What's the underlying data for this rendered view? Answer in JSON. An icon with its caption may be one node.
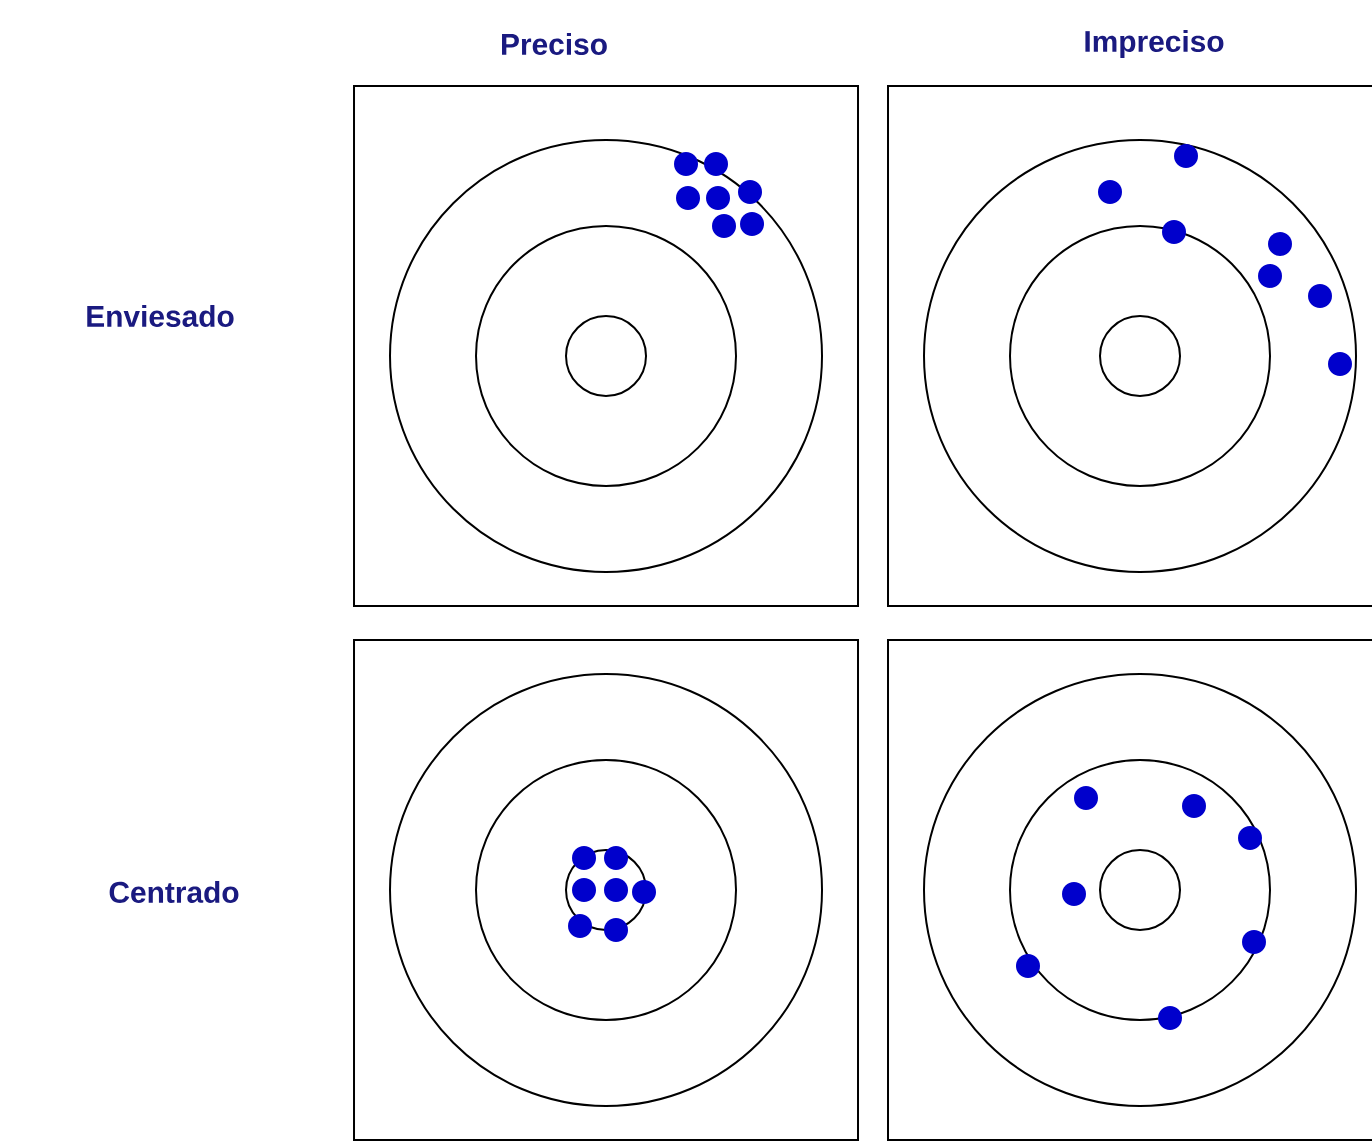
{
  "diagram": {
    "labels": [
      "Preciso",
      "Impreciso",
      "Enviesado",
      "Centrado"
    ]
  }
}
